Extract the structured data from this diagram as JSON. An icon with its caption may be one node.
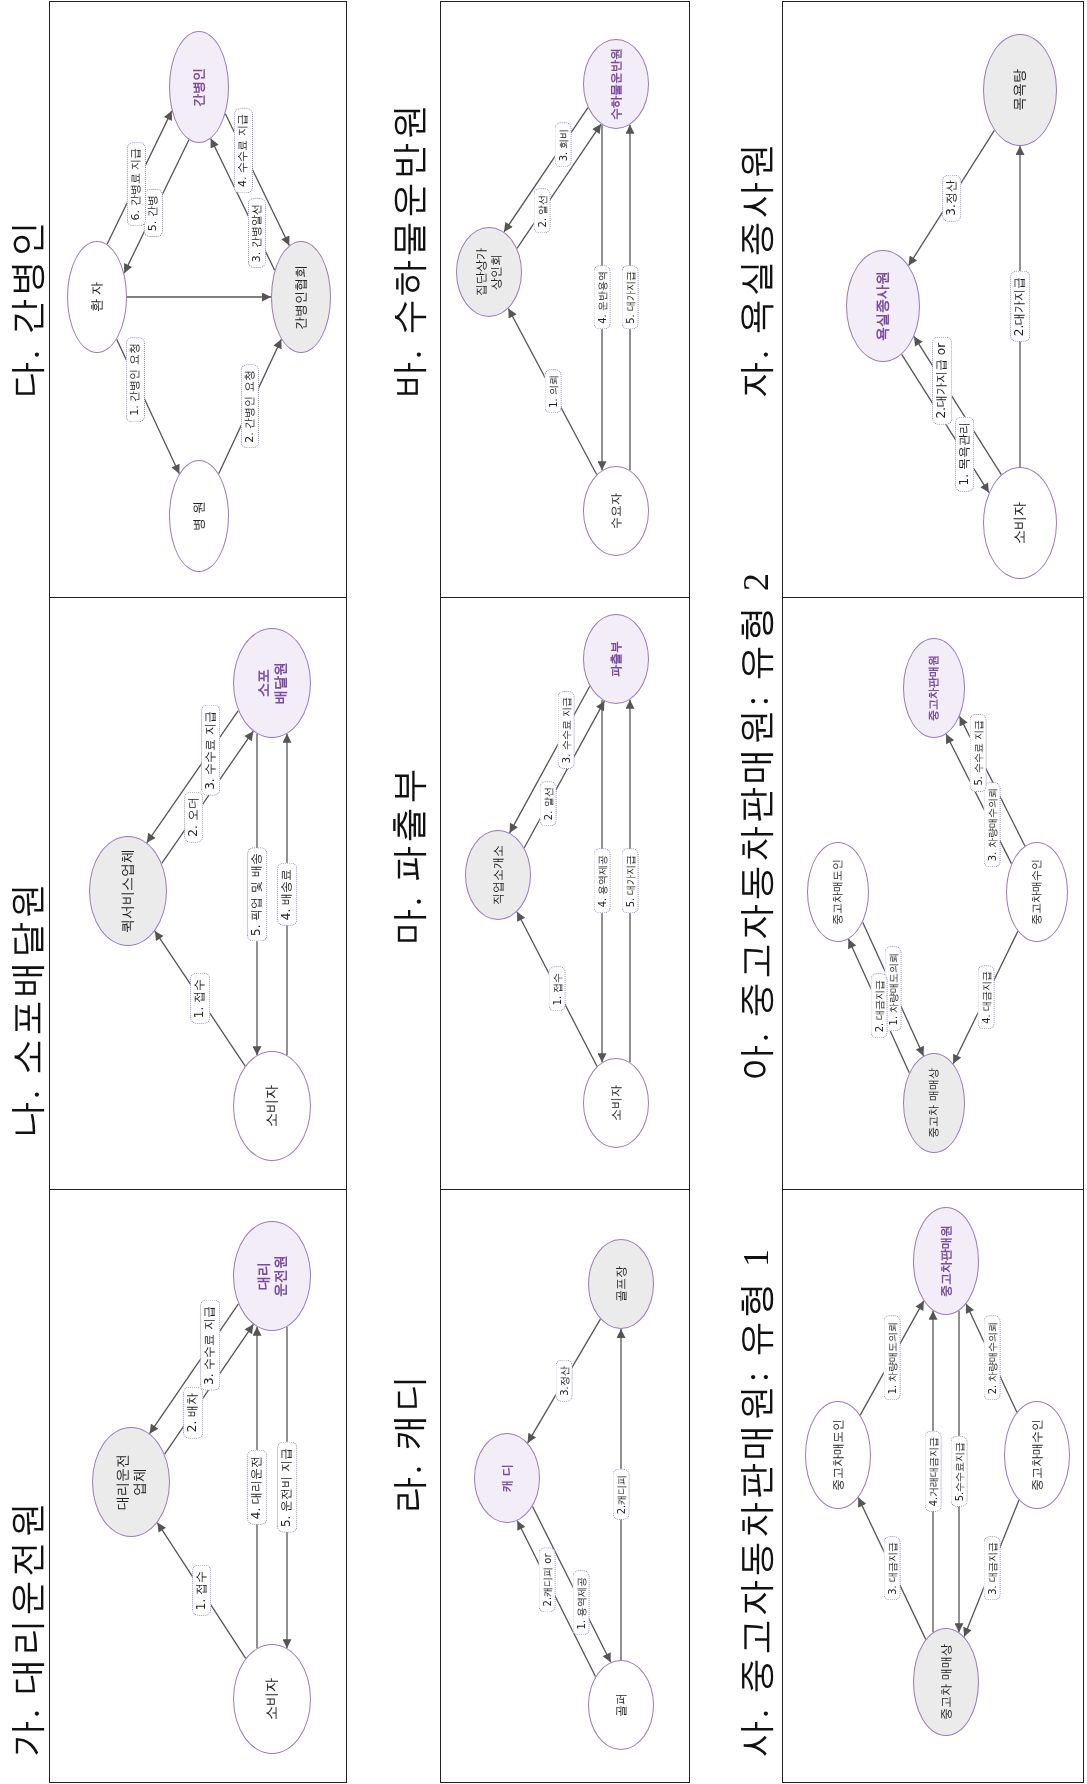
{
  "diagram": {
    "nodes": [
      {
        "text": [
          "가. 대리운전원"
        ]
      },
      {
        "text": [
          "소비자"
        ],
        "in": 0
      },
      {
        "text": [
          "대리운전 업체"
        ],
        "in": 0
      },
      {
        "text": [
          "대리 운전원"
        ],
        "in": 0
      },
      {
        "text": [
          "나. 소포배달원"
        ]
      },
      {
        "text": [
          "소비자"
        ],
        "in": 4
      },
      {
        "text": [
          "퀵서비스업체"
        ],
        "in": 4
      },
      {
        "text": [
          "소포 배달원"
        ],
        "in": 4
      },
      {
        "text": [
          "다. 간병인"
        ]
      },
      {
        "text": [
          "병 원"
        ],
        "in": 8
      },
      {
        "text": [
          "환 자"
        ],
        "in": 8
      },
      {
        "text": [
          "간병인협회"
        ],
        "in": 8
      },
      {
        "text": [
          "간병인"
        ],
        "in": 8
      },
      {
        "text": [
          "라. 캐디"
        ]
      },
      {
        "text": [
          "골퍼"
        ],
        "in": 13
      },
      {
        "text": [
          "캐 디"
        ],
        "in": 13
      },
      {
        "text": [
          "골프장"
        ],
        "in": 13
      },
      {
        "text": [
          "마. 파출부"
        ]
      },
      {
        "text": [
          "소비자"
        ],
        "in": 17
      },
      {
        "text": [
          "직업소개소"
        ],
        "in": 17
      },
      {
        "text": [
          "파출부"
        ],
        "in": 17
      },
      {
        "text": [
          "바. 수하물운반원"
        ]
      },
      {
        "text": [
          "수요자"
        ],
        "in": 21
      },
      {
        "text": [
          "집단상가 상인회"
        ],
        "in": 21
      },
      {
        "text": [
          "수하물운반원"
        ],
        "in": 21
      },
      {
        "text": [
          "사. 중고자동차판매원: 유형 1"
        ]
      },
      {
        "text": [
          "중고차 매매상"
        ],
        "in": 25
      },
      {
        "text": [
          "중고차매도인"
        ],
        "in": 25
      },
      {
        "text": [
          "중고차매수인"
        ],
        "in": 25
      },
      {
        "text": [
          "중고차판매원"
        ],
        "in": 25
      },
      {
        "text": [
          "아. 중고자동차판매원: 유형 2"
        ]
      },
      {
        "text": [
          "중고차 매매상"
        ],
        "in": 30
      },
      {
        "text": [
          "중고차매도인"
        ],
        "in": 30
      },
      {
        "text": [
          "중고차매수인"
        ],
        "in": 30
      },
      {
        "text": [
          "중고차판매원"
        ],
        "in": 30
      },
      {
        "text": [
          "자. 욕실종사원"
        ]
      },
      {
        "text": [
          "소비자"
        ],
        "in": 35
      },
      {
        "text": [
          "욕실종사원"
        ],
        "in": 35
      },
      {
        "text": [
          "목욕탕"
        ],
        "in": 35
      }
    ],
    "edges": [
      {
        "from": 1,
        "to": 2,
        "arrow": "to",
        "label": "1. 접수"
      },
      {
        "from": 2,
        "to": 3,
        "arrow": "to",
        "label": "2. 배차"
      },
      {
        "from": 3,
        "to": 2,
        "arrow": "to",
        "label": "3. 수수료 지급"
      },
      {
        "from": 1,
        "to": 3,
        "arrow": "to",
        "label": "4. 대리운전"
      },
      {
        "from": 3,
        "to": 1,
        "arrow": "to",
        "label": "5. 운전비 지급"
      },
      {
        "from": 5,
        "to": 6,
        "arrow": "to",
        "label": "1. 접수"
      },
      {
        "from": 6,
        "to": 7,
        "arrow": "to",
        "label": "2. 오더"
      },
      {
        "from": 7,
        "to": 6,
        "arrow": "to",
        "label": "3. 수수료 지급"
      },
      {
        "from": 5,
        "to": 7,
        "arrow": "to",
        "label": "4. 배송료"
      },
      {
        "from": 7,
        "to": 5,
        "arrow": "to",
        "label": "5. 픽업 및 배송"
      },
      {
        "from": 10,
        "to": 9,
        "arrow": "to",
        "label": "1. 간병인 요청"
      },
      {
        "from": 10,
        "to": 11,
        "arrow": "to"
      },
      {
        "from": 9,
        "to": 11,
        "arrow": "to",
        "label": "2. 간병인 요청"
      },
      {
        "from": 11,
        "to": 12,
        "arrow": "to",
        "label": "3. 간병알선"
      },
      {
        "from": 12,
        "to": 11,
        "arrow": "to",
        "label": "4. 수수료 지급"
      },
      {
        "from": 12,
        "to": 10,
        "arrow": "to",
        "label": "5. 간병"
      },
      {
        "from": 10,
        "to": 12,
        "arrow": "to",
        "label": "6. 간병료 지급"
      },
      {
        "from": 15,
        "to": 14,
        "arrow": "to",
        "label": "1. 용역제공"
      },
      {
        "from": 14,
        "to": 15,
        "arrow": "to",
        "label": "2.캐디피 or"
      },
      {
        "from": 14,
        "to": 16,
        "arrow": "to",
        "label": "2.캐디피"
      },
      {
        "from": 16,
        "to": 15,
        "arrow": "to",
        "label": "3.정산"
      },
      {
        "from": 18,
        "to": 19,
        "arrow": "to",
        "label": "1. 접수"
      },
      {
        "from": 19,
        "to": 20,
        "arrow": "to",
        "label": "2. 알선"
      },
      {
        "from": 20,
        "to": 19,
        "arrow": "to",
        "label": "3. 수수료 지급"
      },
      {
        "from": 20,
        "to": 18,
        "arrow": "to",
        "label": "4. 용역제공"
      },
      {
        "from": 18,
        "to": 20,
        "arrow": "to",
        "label": "5. 대가지급"
      },
      {
        "from": 22,
        "to": 23,
        "arrow": "to",
        "label": "1. 의뢰"
      },
      {
        "from": 23,
        "to": 24,
        "arrow": "to",
        "label": "2. 알선"
      },
      {
        "from": 24,
        "to": 23,
        "arrow": "to",
        "label": "3. 회비"
      },
      {
        "from": 24,
        "to": 22,
        "arrow": "to",
        "label": "4. 운반용역"
      },
      {
        "from": 22,
        "to": 24,
        "arrow": "to",
        "label": "5. 대가지급"
      },
      {
        "from": 27,
        "to": 29,
        "arrow": "to",
        "label": "1. 차량매도의뢰"
      },
      {
        "from": 28,
        "to": 29,
        "arrow": "to",
        "label": "2. 차량매수의뢰"
      },
      {
        "from": 26,
        "to": 27,
        "arrow": "to",
        "label": "3. 대금지급"
      },
      {
        "from": 28,
        "to": 26,
        "arrow": "to",
        "label": "3. 대금지급"
      },
      {
        "from": 26,
        "to": 29,
        "arrow": "to",
        "label": "4.거래대금지급"
      },
      {
        "from": 29,
        "to": 26,
        "arrow": "to",
        "label": "5.수수료지급"
      },
      {
        "from": 32,
        "to": 31,
        "arrow": "to",
        "label": "1. 차량매도의뢰"
      },
      {
        "from": 31,
        "to": 32,
        "arrow": "to",
        "label": "2. 대금지급"
      },
      {
        "from": 33,
        "to": 34,
        "arrow": "to",
        "label": "3. 차량매수의뢰"
      },
      {
        "from": 33,
        "to": 31,
        "arrow": "to",
        "label": "4. 대금지급"
      },
      {
        "from": 33,
        "to": 34,
        "arrow": "to",
        "label": "5. 수수료 지급"
      },
      {
        "from": 37,
        "to": 36,
        "arrow": "to",
        "label": "1. 목욕관리"
      },
      {
        "from": 36,
        "to": 37,
        "arrow": "to",
        "label": "2.대가지급 or"
      },
      {
        "from": 36,
        "to": 38,
        "arrow": "to",
        "label": "2.대가지급"
      },
      {
        "from": 38,
        "to": 37,
        "arrow": "to",
        "label": "3.정산"
      }
    ]
  }
}
